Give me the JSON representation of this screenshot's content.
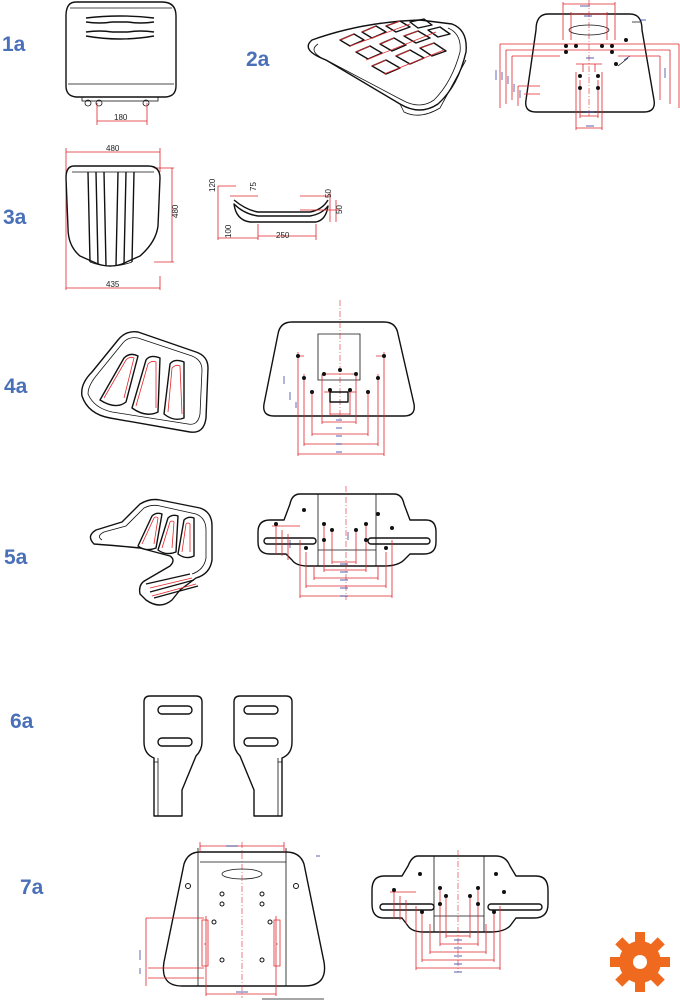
{
  "labels": {
    "fig1": "1a",
    "fig2": "2a",
    "fig3": "3a",
    "fig4": "4a",
    "fig5": "5a",
    "fig6": "6a",
    "fig7": "7a"
  },
  "dimensions": {
    "fig1_width": "180",
    "fig3_top": "480",
    "fig3_height": "480",
    "fig3_bottom": "435",
    "fig3_side_left": "120",
    "fig3_side_seat": "75",
    "fig3_side_right": "50",
    "fig3_side_front": "50",
    "fig3_side_base": "100",
    "fig3_side_width": "250"
  },
  "colors": {
    "label": "#4a70b8",
    "outline": "#111111",
    "dimension_red": "#e0262b",
    "dimension_blue": "#1e2f99",
    "gear": "#ef6a1f"
  },
  "icons": {
    "corner_logo": "gear-icon"
  }
}
